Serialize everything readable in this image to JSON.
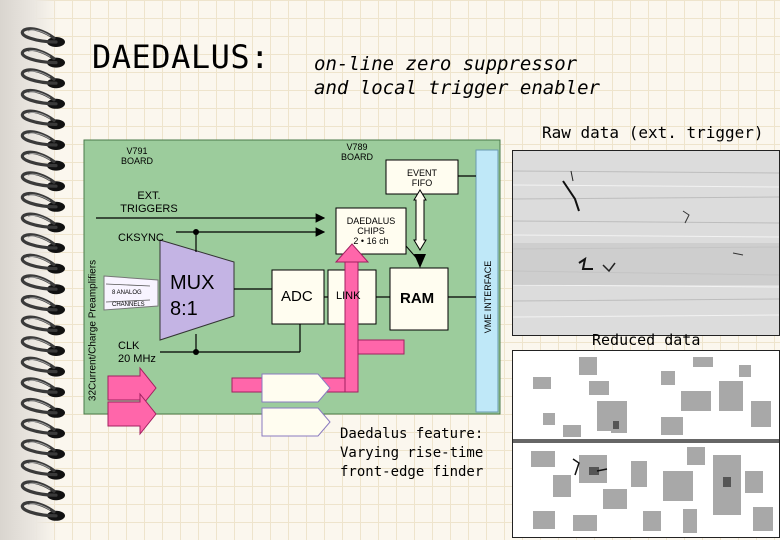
{
  "header": {
    "title": "DAEDALUS:",
    "subtitle_line1": "on-line zero suppressor",
    "subtitle_line2": "and local trigger enabler"
  },
  "diagram": {
    "v791_line1": "V791",
    "v791_line2": "BOARD",
    "v789_line1": "V789",
    "v789_line2": "BOARD",
    "event_fifo_line1": "EVENT",
    "event_fifo_line2": "FIFO",
    "ext_triggers_line1": "EXT.",
    "ext_triggers_line2": "TRIGGERS",
    "cksync": "CKSYNC",
    "daedalus_chips_line1": "DAEDALUS",
    "daedalus_chips_line2": "CHIPS",
    "daedalus_chips_line3": "2 • 16 ch",
    "analog_line1": "8 ANALOG",
    "analog_line2": "CHANNELS",
    "mux_line1": "MUX",
    "mux_line2": "8:1",
    "adc": "ADC",
    "link": "LINK",
    "ram": "RAM",
    "clk_line1": "CLK",
    "clk_line2": "20 MHz",
    "vme_interface": "VME INTERFACE",
    "preamplifiers": "32Current/Charge Preamplifiers"
  },
  "feature": {
    "line1": "Daedalus feature:",
    "line2": "Varying rise-time",
    "line3": "front-edge finder"
  },
  "panels": {
    "raw_title": "Raw data (ext. trigger)",
    "reduced_title": "Reduced data"
  },
  "colors": {
    "board": "#9ccc9c",
    "board_border": "#4a7a4a",
    "fifo_box": "#fffdf0",
    "arrow_magenta": "#ff66aa",
    "vme": "#bfe8f8",
    "mux": "#c4b4e4",
    "panel_bg": "#e4e4e4"
  }
}
